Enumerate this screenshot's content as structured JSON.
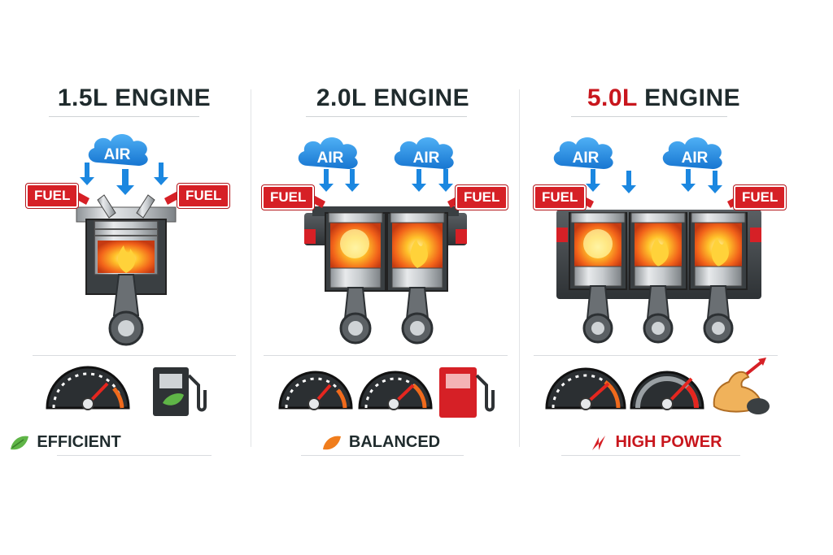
{
  "panels": [
    {
      "title_size": "1.5L",
      "title_word": "ENGINE",
      "air_labels": [
        "AIR"
      ],
      "fuel_labels": [
        "FUEL",
        "FUEL"
      ],
      "verdict": "EFFICIENT",
      "verdict_icon": "leaf-icon",
      "accent": "#2f9e3a",
      "cylinders": 1
    },
    {
      "title_size": "2.0L",
      "title_word": "ENGINE",
      "air_labels": [
        "AIR",
        "AIR"
      ],
      "fuel_labels": [
        "FUEL",
        "FUEL"
      ],
      "verdict": "BALANCED",
      "verdict_icon": "flame-leaf-icon",
      "accent": "#f07d1c",
      "cylinders": 2
    },
    {
      "title_size": "5.0L",
      "title_word": "ENGINE",
      "air_labels": [
        "AIR",
        "AIR"
      ],
      "fuel_labels": [
        "FUEL",
        "FUEL"
      ],
      "verdict": "HIGH POWER",
      "verdict_icon": "lightning-icon",
      "accent": "#d62026",
      "cylinders": 3
    }
  ],
  "colors": {
    "text_dark": "#1f2b2d",
    "power_red": "#c8161d",
    "air_blue": "#1b87e0",
    "fuel_red": "#d62026",
    "flame_orange": "#f58a1f"
  }
}
